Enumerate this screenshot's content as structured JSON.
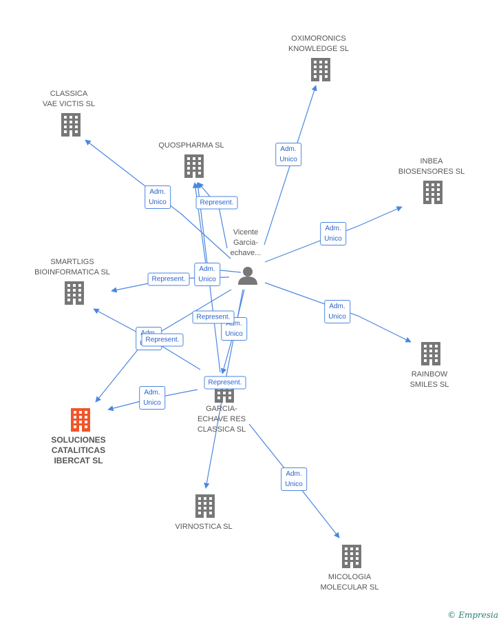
{
  "colors": {
    "edge": "#4a86e0",
    "building": "#777777",
    "focus_building": "#f0552a",
    "person": "#777777"
  },
  "icons": {
    "company": "building-icon",
    "person": "person-icon"
  },
  "person": {
    "label": [
      "Vicente",
      "Garcia-",
      "echave..."
    ]
  },
  "companies": [
    {
      "id": "oximoronics",
      "label": [
        "OXIMORONICS",
        "KNOWLEDGE SL"
      ],
      "focus": false
    },
    {
      "id": "classica_vae",
      "label": [
        "CLASSICA",
        "VAE VICTIS SL"
      ],
      "focus": false
    },
    {
      "id": "quospharma",
      "label": [
        "QUOSPHARMA SL"
      ],
      "focus": false
    },
    {
      "id": "inbea",
      "label": [
        "INBEA",
        "BIOSENSORES SL"
      ],
      "focus": false
    },
    {
      "id": "smartligs",
      "label": [
        "SMARTLIGS",
        "BIOINFORMATICA SL"
      ],
      "focus": false
    },
    {
      "id": "rainbow",
      "label": [
        "RAINBOW",
        "SMILES SL"
      ],
      "focus": false
    },
    {
      "id": "garcia_echave",
      "label": [
        "GARCIA-",
        "ECHAVE RES",
        "CLASSICA SL"
      ],
      "focus": false
    },
    {
      "id": "soluciones",
      "label": [
        "SOLUCIONES",
        "CATALITICAS",
        "IBERCAT SL"
      ],
      "focus": true
    },
    {
      "id": "virnostica",
      "label": [
        "VIRNOSTICA SL"
      ],
      "focus": false
    },
    {
      "id": "micologia",
      "label": [
        "MICOLOGIA",
        "MOLECULAR SL"
      ],
      "focus": false
    }
  ],
  "edges": [
    {
      "from": "person",
      "to": "oximoronics",
      "label": [
        "Adm.",
        "Unico"
      ]
    },
    {
      "from": "person",
      "to": "classica_vae",
      "label": [
        "Adm.",
        "Unico"
      ]
    },
    {
      "from": "person",
      "to": "quospharma",
      "label": [
        "Represent."
      ]
    },
    {
      "from": "person",
      "to": "quospharma",
      "label": [
        "Adm.",
        "Unico"
      ]
    },
    {
      "from": "person",
      "to": "inbea",
      "label": [
        "Adm.",
        "Unico"
      ]
    },
    {
      "from": "person",
      "to": "smartligs",
      "label": [
        "Represent."
      ]
    },
    {
      "from": "person",
      "to": "rainbow",
      "label": [
        "Adm.",
        "Unico"
      ]
    },
    {
      "from": "person",
      "to": "garcia_echave",
      "label": [
        "Adm.",
        "Unico"
      ]
    },
    {
      "from": "person",
      "to": "soluciones",
      "label": [
        "Adm.",
        "Unico"
      ]
    },
    {
      "from": "person",
      "to": "virnostica",
      "label": [
        "Represent."
      ]
    },
    {
      "from": "garcia_echave",
      "to": "smartligs",
      "label": [
        "Represent."
      ]
    },
    {
      "from": "garcia_echave",
      "to": "soluciones",
      "label": [
        "Adm.",
        "Unico"
      ]
    },
    {
      "from": "garcia_echave",
      "to": "quospharma",
      "label": [
        "Represent."
      ]
    },
    {
      "from": "garcia_echave",
      "to": "micologia",
      "label": [
        "Adm.",
        "Unico"
      ]
    }
  ],
  "watermark": {
    "symbol": "©",
    "text": "Empresia"
  }
}
